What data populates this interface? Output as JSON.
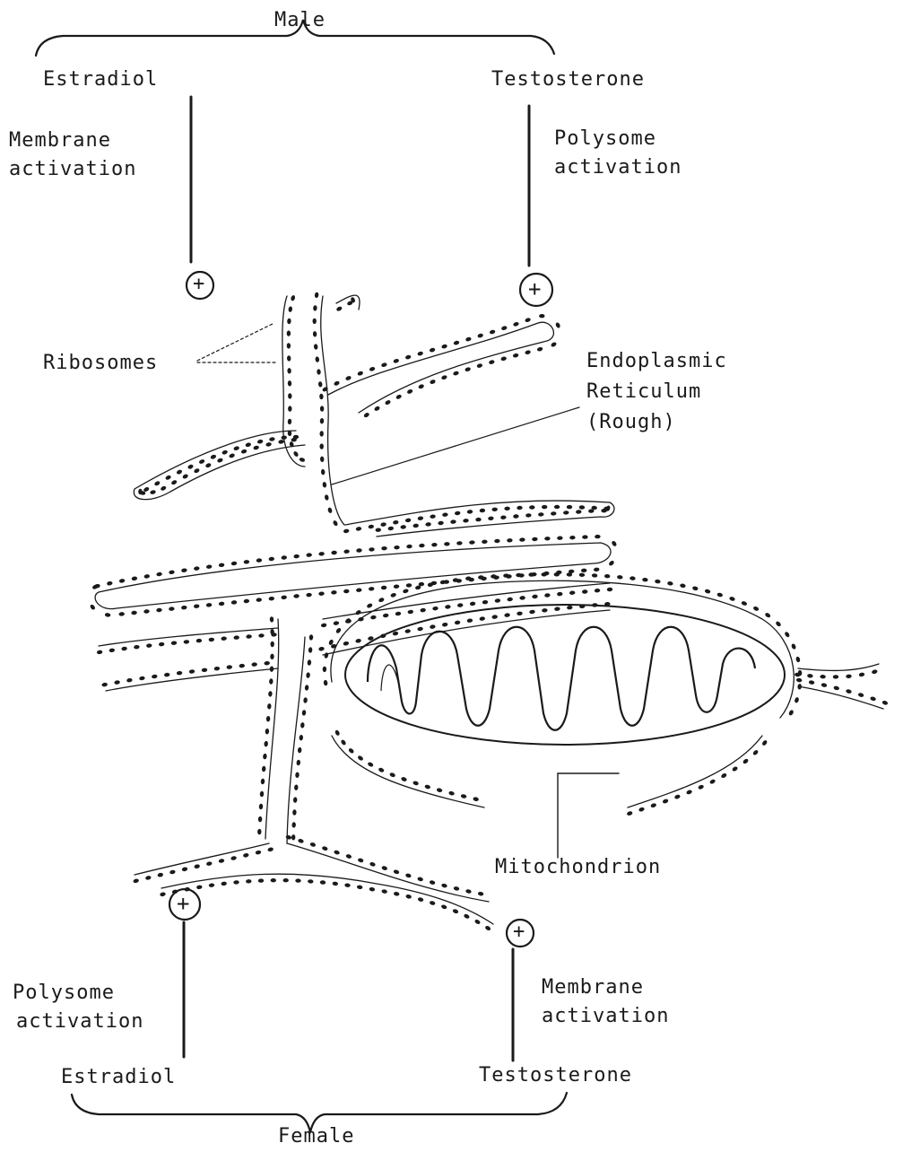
{
  "top": {
    "group_label": "Male",
    "left_hormone": "Estradiol",
    "right_hormone": "Testosterone",
    "left_effect_1": "Membrane",
    "left_effect_2": "activation",
    "right_effect_1": "Polysome",
    "right_effect_2": "activation"
  },
  "bottom": {
    "group_label": "Female",
    "left_hormone": "Estradiol",
    "right_hormone": "Testosterone",
    "left_effect_1": "Polysome",
    "left_effect_2": "activation",
    "right_effect_1": "Membrane",
    "right_effect_2": "activation"
  },
  "structures": {
    "ribosomes": "Ribosomes",
    "er_1": "Endoplasmic",
    "er_2": "Reticulum",
    "er_3": "(Rough)",
    "mitochondrion": "Mitochondrion"
  },
  "symbols": {
    "stimulation": "+"
  },
  "colors": {
    "ink": "#1a1a1a",
    "paper": "#ffffff"
  }
}
